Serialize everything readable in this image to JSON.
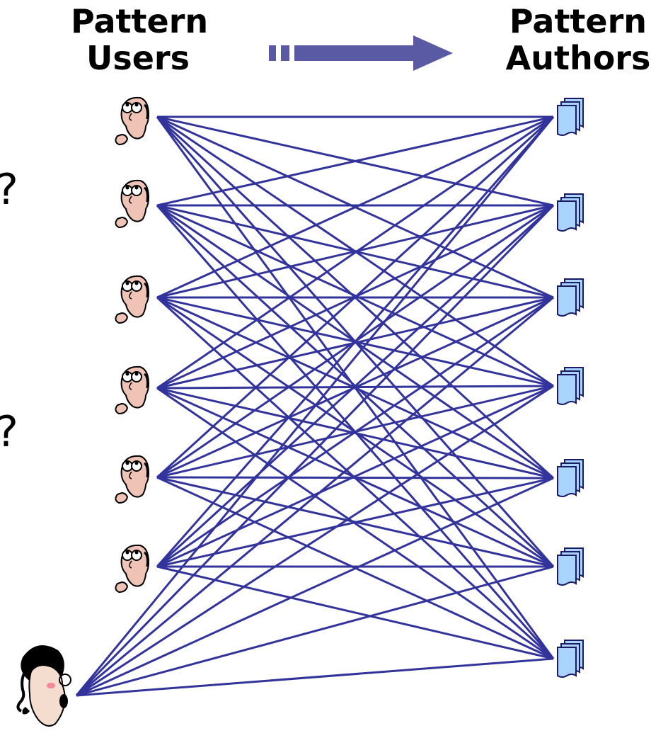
{
  "headings": {
    "users_line1": "Pattern",
    "users_line2": "Users",
    "authors_line1": "Pattern",
    "authors_line2": "Authors"
  },
  "question_marks": [
    "?",
    "?"
  ],
  "colors": {
    "connection": "#33339c",
    "arrow": "#5a5aa4",
    "document_fill": "#a9d4ff",
    "face_skin": "#efc4b6"
  },
  "nodes": {
    "users": [
      "user-1",
      "user-2",
      "user-3",
      "user-4",
      "user-5",
      "user-6",
      "special-user"
    ],
    "authors": [
      "author-doc-1",
      "author-doc-2",
      "author-doc-3",
      "author-doc-4",
      "author-doc-5",
      "author-doc-6",
      "author-doc-7"
    ]
  },
  "icons": {
    "user": "thinking-man-icon",
    "special_user": "shouting-woman-icon",
    "author": "document-stack-icon",
    "direction": "right-arrow-icon"
  }
}
